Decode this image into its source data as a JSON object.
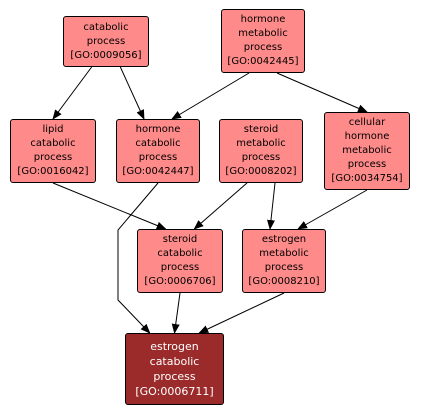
{
  "colors": {
    "node_fill": "#ff8a8a",
    "focus_fill": "#9b2a2a",
    "focus_text": "#ffffff",
    "edge": "#000000"
  },
  "nodes": {
    "catabolic_process": {
      "lines": [
        "catabolic",
        "process"
      ],
      "id": "[GO:0009056]"
    },
    "hormone_metabolic_process": {
      "lines": [
        "hormone",
        "metabolic",
        "process"
      ],
      "id": "[GO:0042445]"
    },
    "lipid_catabolic_process": {
      "lines": [
        "lipid",
        "catabolic",
        "process"
      ],
      "id": "[GO:0016042]"
    },
    "hormone_catabolic_process": {
      "lines": [
        "hormone",
        "catabolic",
        "process"
      ],
      "id": "[GO:0042447]"
    },
    "steroid_metabolic_process": {
      "lines": [
        "steroid",
        "metabolic",
        "process"
      ],
      "id": "[GO:0008202]"
    },
    "cellular_hormone_metabolic_process": {
      "lines": [
        "cellular",
        "hormone",
        "metabolic",
        "process"
      ],
      "id": "[GO:0034754]"
    },
    "steroid_catabolic_process": {
      "lines": [
        "steroid",
        "catabolic",
        "process"
      ],
      "id": "[GO:0006706]"
    },
    "estrogen_metabolic_process": {
      "lines": [
        "estrogen",
        "metabolic",
        "process"
      ],
      "id": "[GO:0008210]"
    },
    "estrogen_catabolic_process": {
      "lines": [
        "estrogen",
        "catabolic",
        "process"
      ],
      "id": "[GO:0006711]"
    }
  },
  "edges": [
    [
      "catabolic_process",
      "lipid_catabolic_process"
    ],
    [
      "catabolic_process",
      "hormone_catabolic_process"
    ],
    [
      "hormone_metabolic_process",
      "hormone_catabolic_process"
    ],
    [
      "hormone_metabolic_process",
      "cellular_hormone_metabolic_process"
    ],
    [
      "lipid_catabolic_process",
      "steroid_catabolic_process"
    ],
    [
      "steroid_metabolic_process",
      "steroid_catabolic_process"
    ],
    [
      "steroid_metabolic_process",
      "estrogen_metabolic_process"
    ],
    [
      "cellular_hormone_metabolic_process",
      "estrogen_metabolic_process"
    ],
    [
      "hormone_catabolic_process",
      "estrogen_catabolic_process"
    ],
    [
      "steroid_catabolic_process",
      "estrogen_catabolic_process"
    ],
    [
      "estrogen_metabolic_process",
      "estrogen_catabolic_process"
    ]
  ]
}
